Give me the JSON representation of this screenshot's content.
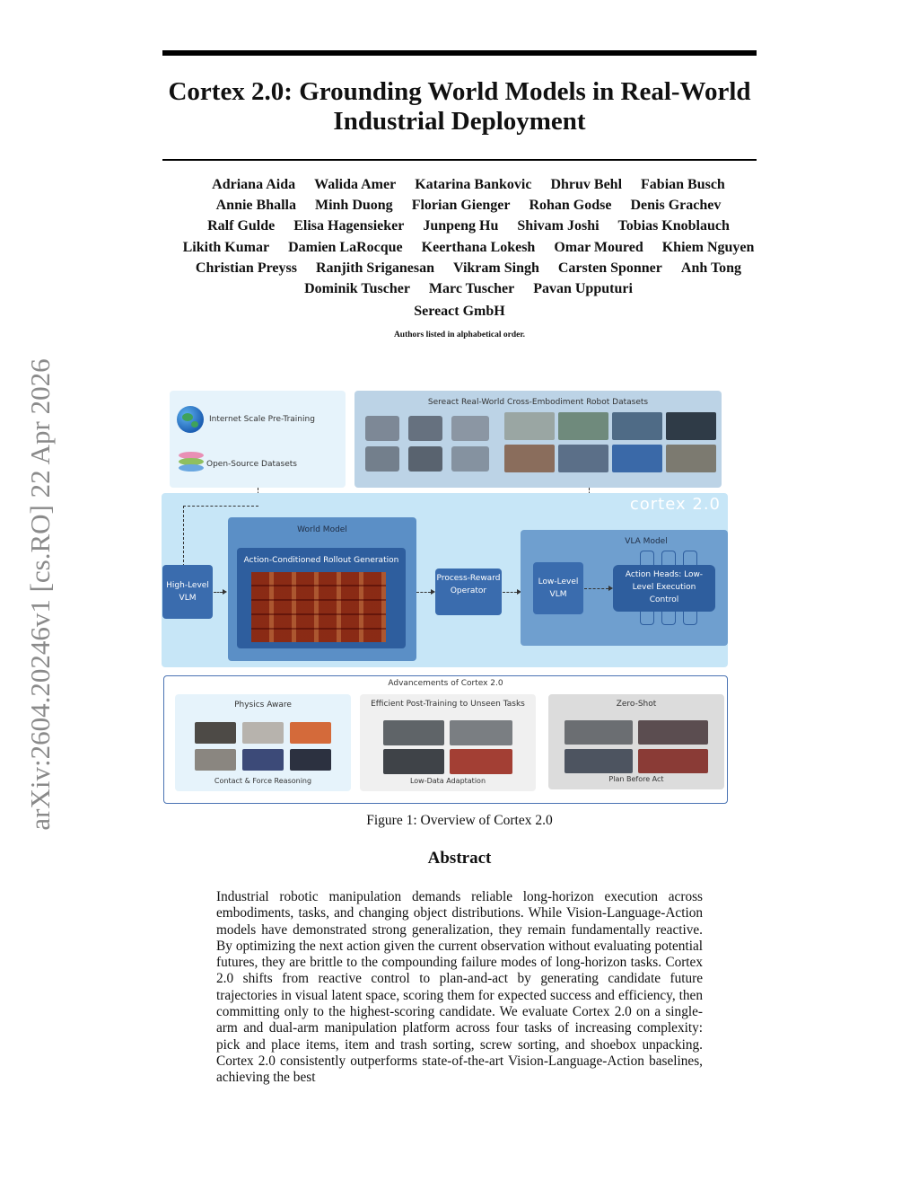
{
  "paper": {
    "title_line1": "Cortex 2.0: Grounding World Models in Real-World",
    "title_line2": "Industrial Deployment",
    "authors": [
      [
        "Adriana Aida",
        "Walida Amer",
        "Katarina Bankovic",
        "Dhruv Behl",
        "Fabian Busch"
      ],
      [
        "Annie Bhalla",
        "Minh Duong",
        "Florian Gienger",
        "Rohan Godse",
        "Denis Grachev"
      ],
      [
        "Ralf Gulde",
        "Elisa Hagensieker",
        "Junpeng Hu",
        "Shivam Joshi",
        "Tobias Knoblauch"
      ],
      [
        "Likith Kumar",
        "Damien LaRocque",
        "Keerthana Lokesh",
        "Omar Moured",
        "Khiem Nguyen"
      ],
      [
        "Christian Preyss",
        "Ranjith Sriganesan",
        "Vikram Singh",
        "Carsten Sponner",
        "Anh Tong"
      ],
      [
        "Dominik Tuscher",
        "Marc Tuscher",
        "Pavan Upputuri"
      ]
    ],
    "affiliation": "Sereact GmbH",
    "authors_note": "Authors listed in alphabetical order.",
    "arxiv_id": "arXiv:2604.20246v1  [cs.RO]  22 Apr 2026",
    "figure_caption": "Figure 1: Overview of Cortex 2.0",
    "abstract_heading": "Abstract",
    "abstract_text": "Industrial robotic manipulation demands reliable long-horizon execution across embodiments, tasks, and changing object distributions. While Vision-Language-Action models have demonstrated strong generalization, they remain fundamentally reactive. By optimizing the next action given the current observation without evaluating potential futures, they are brittle to the compounding failure modes of long-horizon tasks. Cortex 2.0 shifts from reactive control to plan-and-act by generating candidate future trajectories in visual latent space, scoring them for expected success and efficiency, then committing only to the highest-scoring candidate. We evaluate Cortex 2.0 on a single-arm and dual-arm manipulation platform across four tasks of increasing complexity: pick and place items, item and trash sorting, screw sorting, and shoebox unpacking. Cortex 2.0 consistently outperforms state-of-the-art Vision-Language-Action baselines, achieving the best"
  },
  "figure": {
    "internet_label": "Internet Scale Pre-Training",
    "opensource_label": "Open-Source Datasets",
    "datasets_title": "Sereact Real-World Cross-Embodiment Robot Datasets",
    "cortex_logo": "cortex 2.0",
    "high_level_vlm": "High-Level VLM",
    "world_model_title": "World Model",
    "rollout_title": "Action-Conditioned Rollout Generation",
    "process_reward": "Process-Reward Operator",
    "vla_model_title": "VLA Model",
    "low_level_vlm": "Low-Level VLM",
    "action_heads": "Action Heads: Low-Level Execution Control",
    "advancements_title": "Advancements of Cortex 2.0",
    "physics_title": "Physics Aware",
    "physics_caption": "Contact & Force Reasoning",
    "posttrain_title": "Efficient Post-Training to Unseen Tasks",
    "posttrain_caption": "Low-Data Adaptation",
    "zeroshot_title": "Zero-Shot",
    "zeroshot_caption": "Plan Before Act",
    "colors": {
      "light_panel": "#e6f3fb",
      "datasets_panel": "#bcd3e6",
      "cortex_bg": "#c7e6f7",
      "world_model_outer": "#5b8fc6",
      "world_model_inner": "#2e5e9e",
      "node_blue": "#3a6cae",
      "vla_outer": "#6f9fcf",
      "adv_border": "#4a73b3",
      "zero_panel": "#dcdcdc"
    }
  }
}
